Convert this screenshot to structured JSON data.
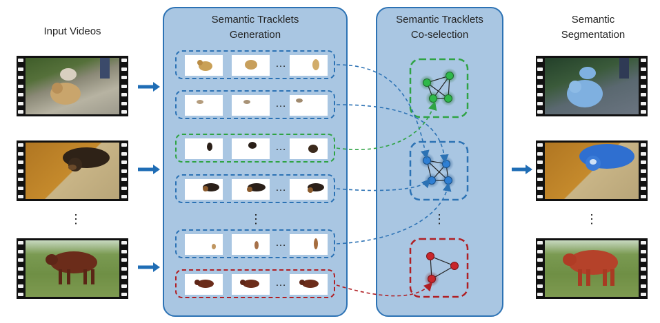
{
  "titles": {
    "input": "Input Videos",
    "generation_line1": "Semantic Tracklets",
    "generation_line2": "Generation",
    "coselection_line1": "Semantic Tracklets",
    "coselection_line2": "Co-selection",
    "output_line1": "Semantic",
    "output_line2": "Segmentation"
  },
  "ellipsis": "…",
  "vdots": "⋮",
  "colors": {
    "panel_fill": "#a9c6e2",
    "panel_border": "#2c72b4",
    "blue": "#2c72b4",
    "green": "#2fa344",
    "red": "#b01f24",
    "arrow": "#1f6db5"
  },
  "input_frames": [
    "dogs-on-sidewalk",
    "dog-on-floor",
    "cow-in-field"
  ],
  "output_frames": [
    "dog-segmented-blue",
    "dog-segmented-blue",
    "cow-segmented-red"
  ],
  "tracklet_rows": [
    {
      "color": "blue",
      "subject": "dog"
    },
    {
      "color": "blue",
      "subject": "small-dog"
    },
    {
      "color": "green",
      "subject": "dark-dog"
    },
    {
      "color": "blue",
      "subject": "dark-dog"
    },
    {
      "color": "blue",
      "subject": "small-object"
    },
    {
      "color": "red",
      "subject": "cow"
    }
  ],
  "graphs": [
    {
      "color": "green",
      "nodes": 4
    },
    {
      "color": "blue",
      "nodes": 4
    },
    {
      "color": "red",
      "nodes": 3
    }
  ]
}
